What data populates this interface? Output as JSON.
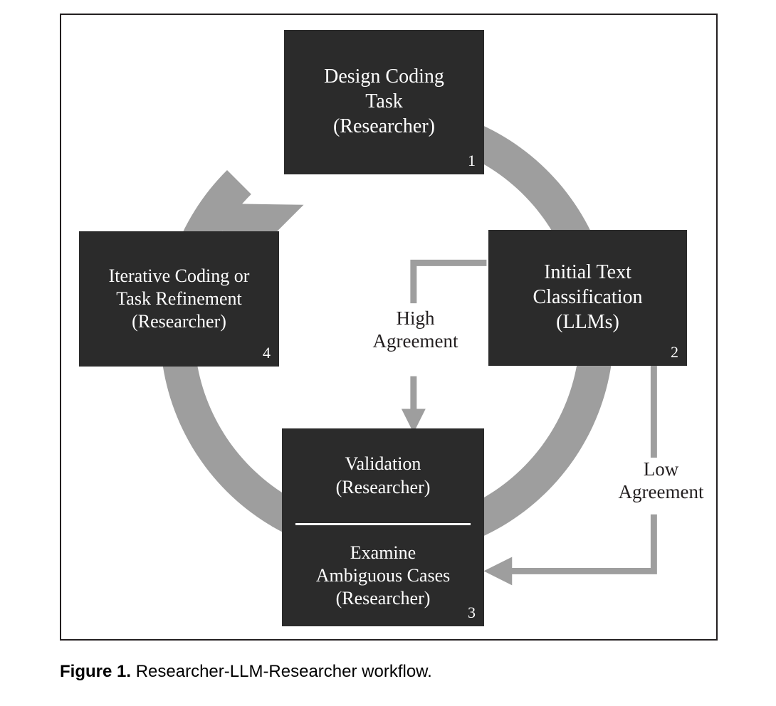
{
  "figure": {
    "caption_label": "Figure 1.",
    "caption_text": "Researcher-LLM-Researcher workflow.",
    "border_color": "#231f20",
    "background": "#ffffff"
  },
  "colors": {
    "box_fill": "#2b2b2b",
    "box_text": "#ffffff",
    "arrow_gray": "#9e9e9e",
    "connector_gray": "#9e9e9e",
    "label_text": "#231f20"
  },
  "diagram": {
    "type": "cycle-workflow",
    "nodes": [
      {
        "id": "design-coding-task",
        "index": "1",
        "text": "Design Coding\nTask\n(Researcher)",
        "lines": [
          "Design Coding",
          "Task",
          "(Researcher)"
        ]
      },
      {
        "id": "initial-text-classification",
        "index": "2",
        "text": "Initial Text\nClassification\n(LLMs)",
        "lines": [
          "Initial Text",
          "Classification",
          "(LLMs)"
        ]
      },
      {
        "id": "validation-examine",
        "index": "3",
        "upper_text": "Validation\n(Researcher)",
        "lower_text": "Examine\nAmbiguous Cases\n(Researcher)",
        "upper_lines": [
          "Validation",
          "(Researcher)"
        ],
        "lower_lines": [
          "Examine",
          "Ambiguous Cases",
          "(Researcher)"
        ]
      },
      {
        "id": "iterative-coding",
        "index": "4",
        "text": "Iterative Coding or\nTask Refinement\n(Researcher)",
        "lines": [
          "Iterative Coding or",
          "Task Refinement",
          "(Researcher)"
        ]
      }
    ],
    "edges": [
      {
        "id": "high-agreement",
        "label": "High\nAgreement",
        "from": "initial-text-classification",
        "to": "validation-examine",
        "style": "elbow-arrow"
      },
      {
        "id": "low-agreement",
        "label": "Low\nAgreement",
        "from": "initial-text-classification",
        "to": "validation-examine",
        "style": "elbow-arrow"
      },
      {
        "id": "cycle-ring",
        "label": "",
        "style": "circular-arrow",
        "direction": "clockwise"
      }
    ]
  }
}
